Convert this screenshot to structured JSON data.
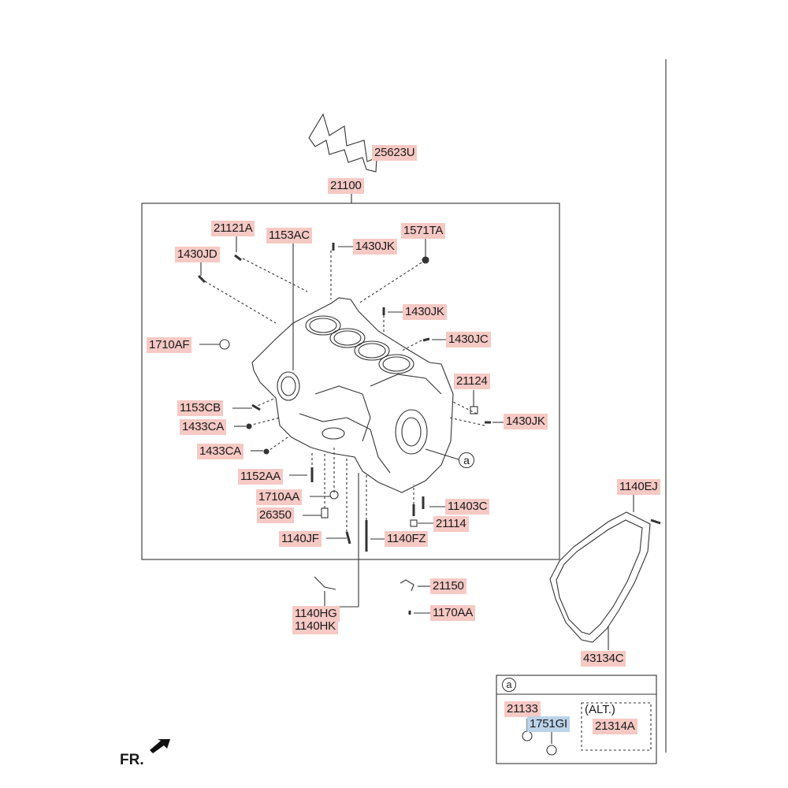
{
  "labels": [
    {
      "id": "25623U",
      "text": "25623U"
    },
    {
      "id": "21100",
      "text": "21100"
    },
    {
      "id": "21121A",
      "text": "21121A"
    },
    {
      "id": "1153AC",
      "text": "1153AC"
    },
    {
      "id": "1571TA",
      "text": "1571TA"
    },
    {
      "id": "1430JD",
      "text": "1430JD"
    },
    {
      "id": "1430JK_top",
      "text": "1430JK"
    },
    {
      "id": "1430JK_mid",
      "text": "1430JK"
    },
    {
      "id": "1430JC",
      "text": "1430JC"
    },
    {
      "id": "1710AF",
      "text": "1710AF"
    },
    {
      "id": "21124",
      "text": "21124"
    },
    {
      "id": "1153CB",
      "text": "1153CB"
    },
    {
      "id": "1430JK_right",
      "text": "1430JK"
    },
    {
      "id": "1433CA_a",
      "text": "1433CA"
    },
    {
      "id": "1433CA_b",
      "text": "1433CA"
    },
    {
      "id": "1152AA",
      "text": "1152AA"
    },
    {
      "id": "1140EJ",
      "text": "1140EJ"
    },
    {
      "id": "1710AA",
      "text": "1710AA"
    },
    {
      "id": "11403C",
      "text": "11403C"
    },
    {
      "id": "26350",
      "text": "26350"
    },
    {
      "id": "21114",
      "text": "21114"
    },
    {
      "id": "1140JF",
      "text": "1140JF"
    },
    {
      "id": "1140FZ",
      "text": "1140FZ"
    },
    {
      "id": "21150",
      "text": "21150"
    },
    {
      "id": "1140HG",
      "text": "1140HG"
    },
    {
      "id": "1140HK",
      "text": "1140HK"
    },
    {
      "id": "1170AA",
      "text": "1170AA"
    },
    {
      "id": "43134C",
      "text": "43134C"
    },
    {
      "id": "21133",
      "text": "21133"
    },
    {
      "id": "1751GI",
      "text": "1751GI"
    },
    {
      "id": "21314A",
      "text": "21314A"
    }
  ],
  "callout_letter": "a",
  "detail_box_letter": "a",
  "alt_text": "(ALT.)",
  "fr_text": "FR.",
  "colors": {
    "label_bg": "#f6c9c4",
    "label_alt_bg": "#bcd3ea",
    "line": "#333333"
  }
}
